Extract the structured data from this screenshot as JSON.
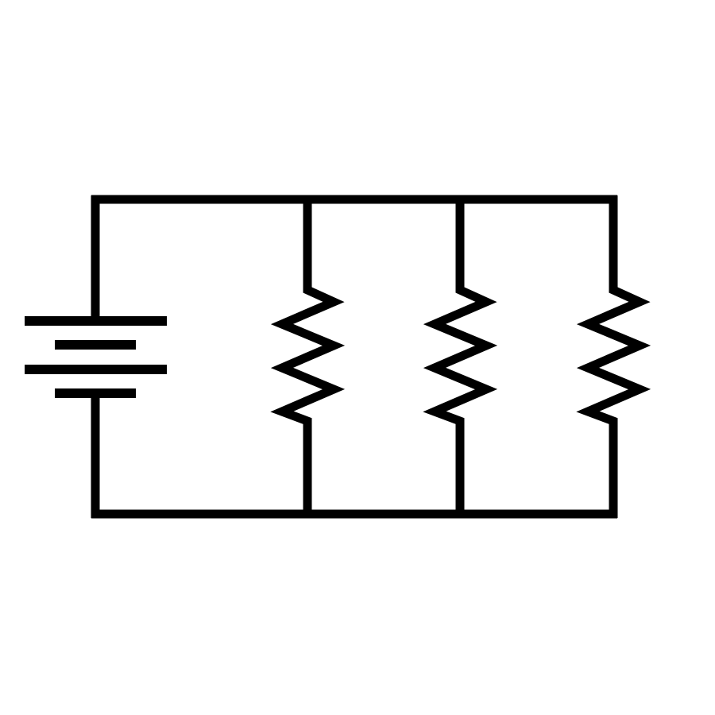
{
  "diagram": {
    "kind": "parallel circuit schematic",
    "source": "battery",
    "battery_cells": 2,
    "resistor_count": 3,
    "colors": {
      "stroke": "#000000",
      "background": "#ffffff"
    }
  }
}
